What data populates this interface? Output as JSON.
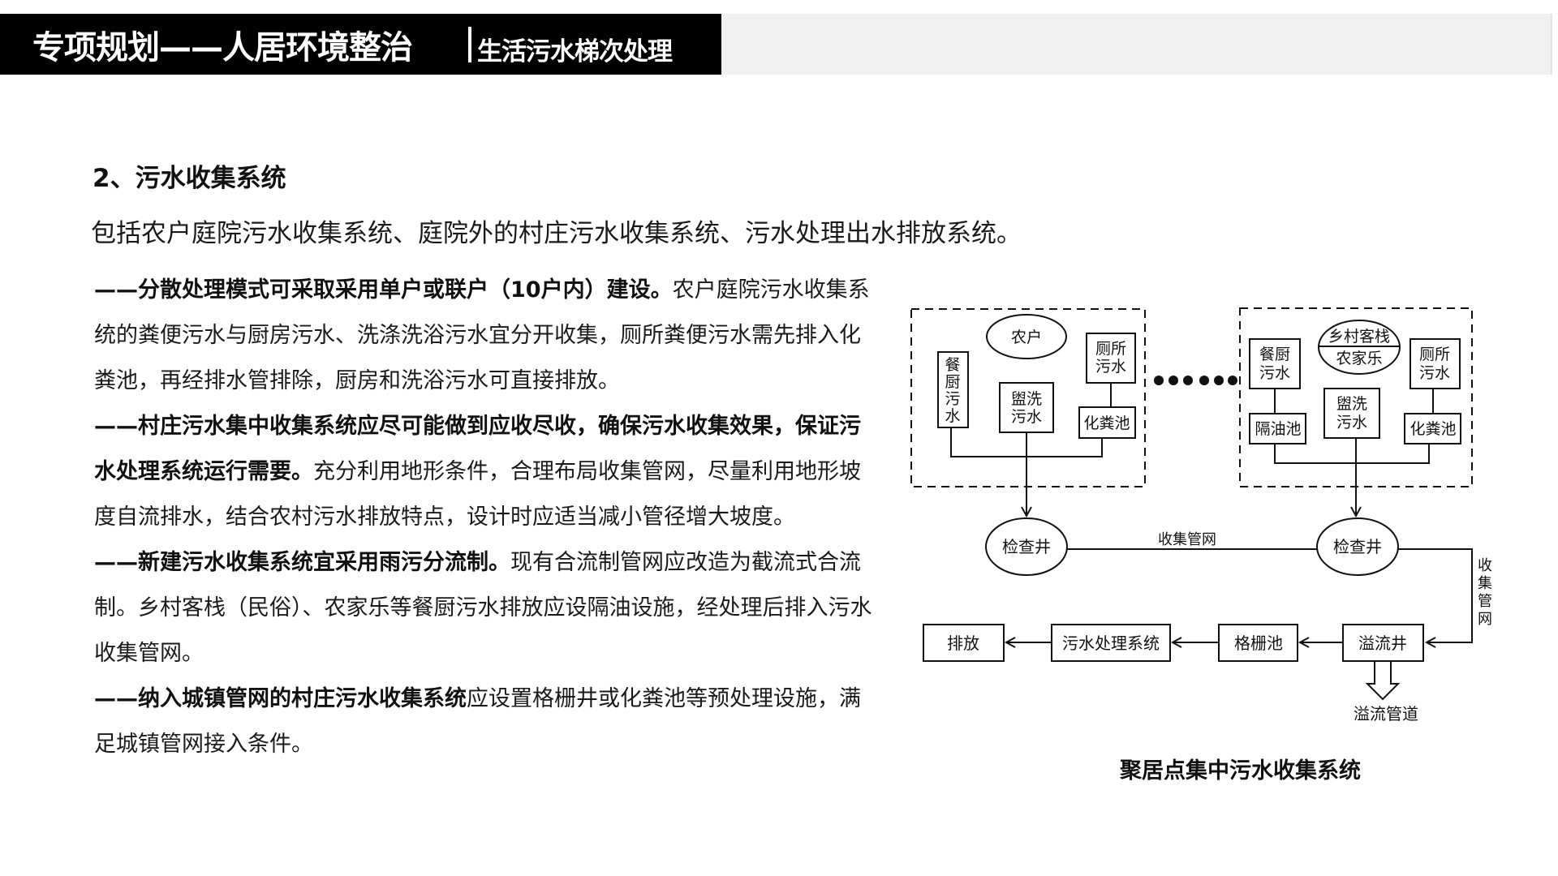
{
  "header": {
    "title": "专项规划——人居环境整治",
    "subtitle": "生活污水梯次处理"
  },
  "section": {
    "heading": "2、污水收集系统",
    "intro": "包括农户庭院污水收集系统、庭院外的村庄污水收集系统、污水处理出水排放系统。"
  },
  "paragraphs": [
    {
      "bold": "——分散处理模式可采取采用单户或联户（10户内）建设。",
      "text": "农户庭院污水收集系统的粪便污水与厨房污水、洗涤洗浴污水宜分开收集，厕所粪便污水需先排入化粪池，再经排水管排除，厨房和洗浴污水可直接排放。"
    },
    {
      "bold": "——村庄污水集中收集系统应尽可能做到应收尽收，确保污水收集效果，保证污水处理系统运行需要。",
      "text": "充分利用地形条件，合理布局收集管网，尽量利用地形坡度自流排水，结合农村污水排放特点，设计时应适当减小管径增大坡度。"
    },
    {
      "bold": "——新建污水收集系统宜采用雨污分流制。",
      "text": "现有合流制管网应改造为截流式合流制。乡村客栈（民俗）、农家乐等餐厨污水排放应设隔油设施，经处理后排入污水收集管网。"
    },
    {
      "bold": "——纳入城镇管网的村庄污水收集系统",
      "text": "应设置格栅井或化粪池等预处理设施，满足城镇管网接入条件。"
    }
  ],
  "diagram": {
    "caption": "聚居点集中污水收集系统",
    "household": {
      "title": "农户",
      "kitchen": [
        "餐",
        "厨",
        "污",
        "水"
      ],
      "toilet": [
        "厕所",
        "污水"
      ],
      "wash": [
        "盥洗",
        "污水"
      ],
      "septic": "化粪池"
    },
    "inn": {
      "title_top": "乡村客栈",
      "title_bottom": "农家乐",
      "kitchen": [
        "餐厨",
        "污水"
      ],
      "grease": "隔油池",
      "wash": [
        "盥洗",
        "污水"
      ],
      "toilet": [
        "厕所",
        "污水"
      ],
      "septic": "化粪池"
    },
    "ellipsis": "●●● ●●●",
    "manhole": "检查井",
    "pipe_label": "收集管网",
    "pipe_label_vertical": [
      "收",
      "集",
      "管",
      "网"
    ],
    "overflow_well": "溢流井",
    "grit": "格栅池",
    "treatment": "污水处理系统",
    "discharge": "排放",
    "overflow_pipe": "溢流管道"
  }
}
